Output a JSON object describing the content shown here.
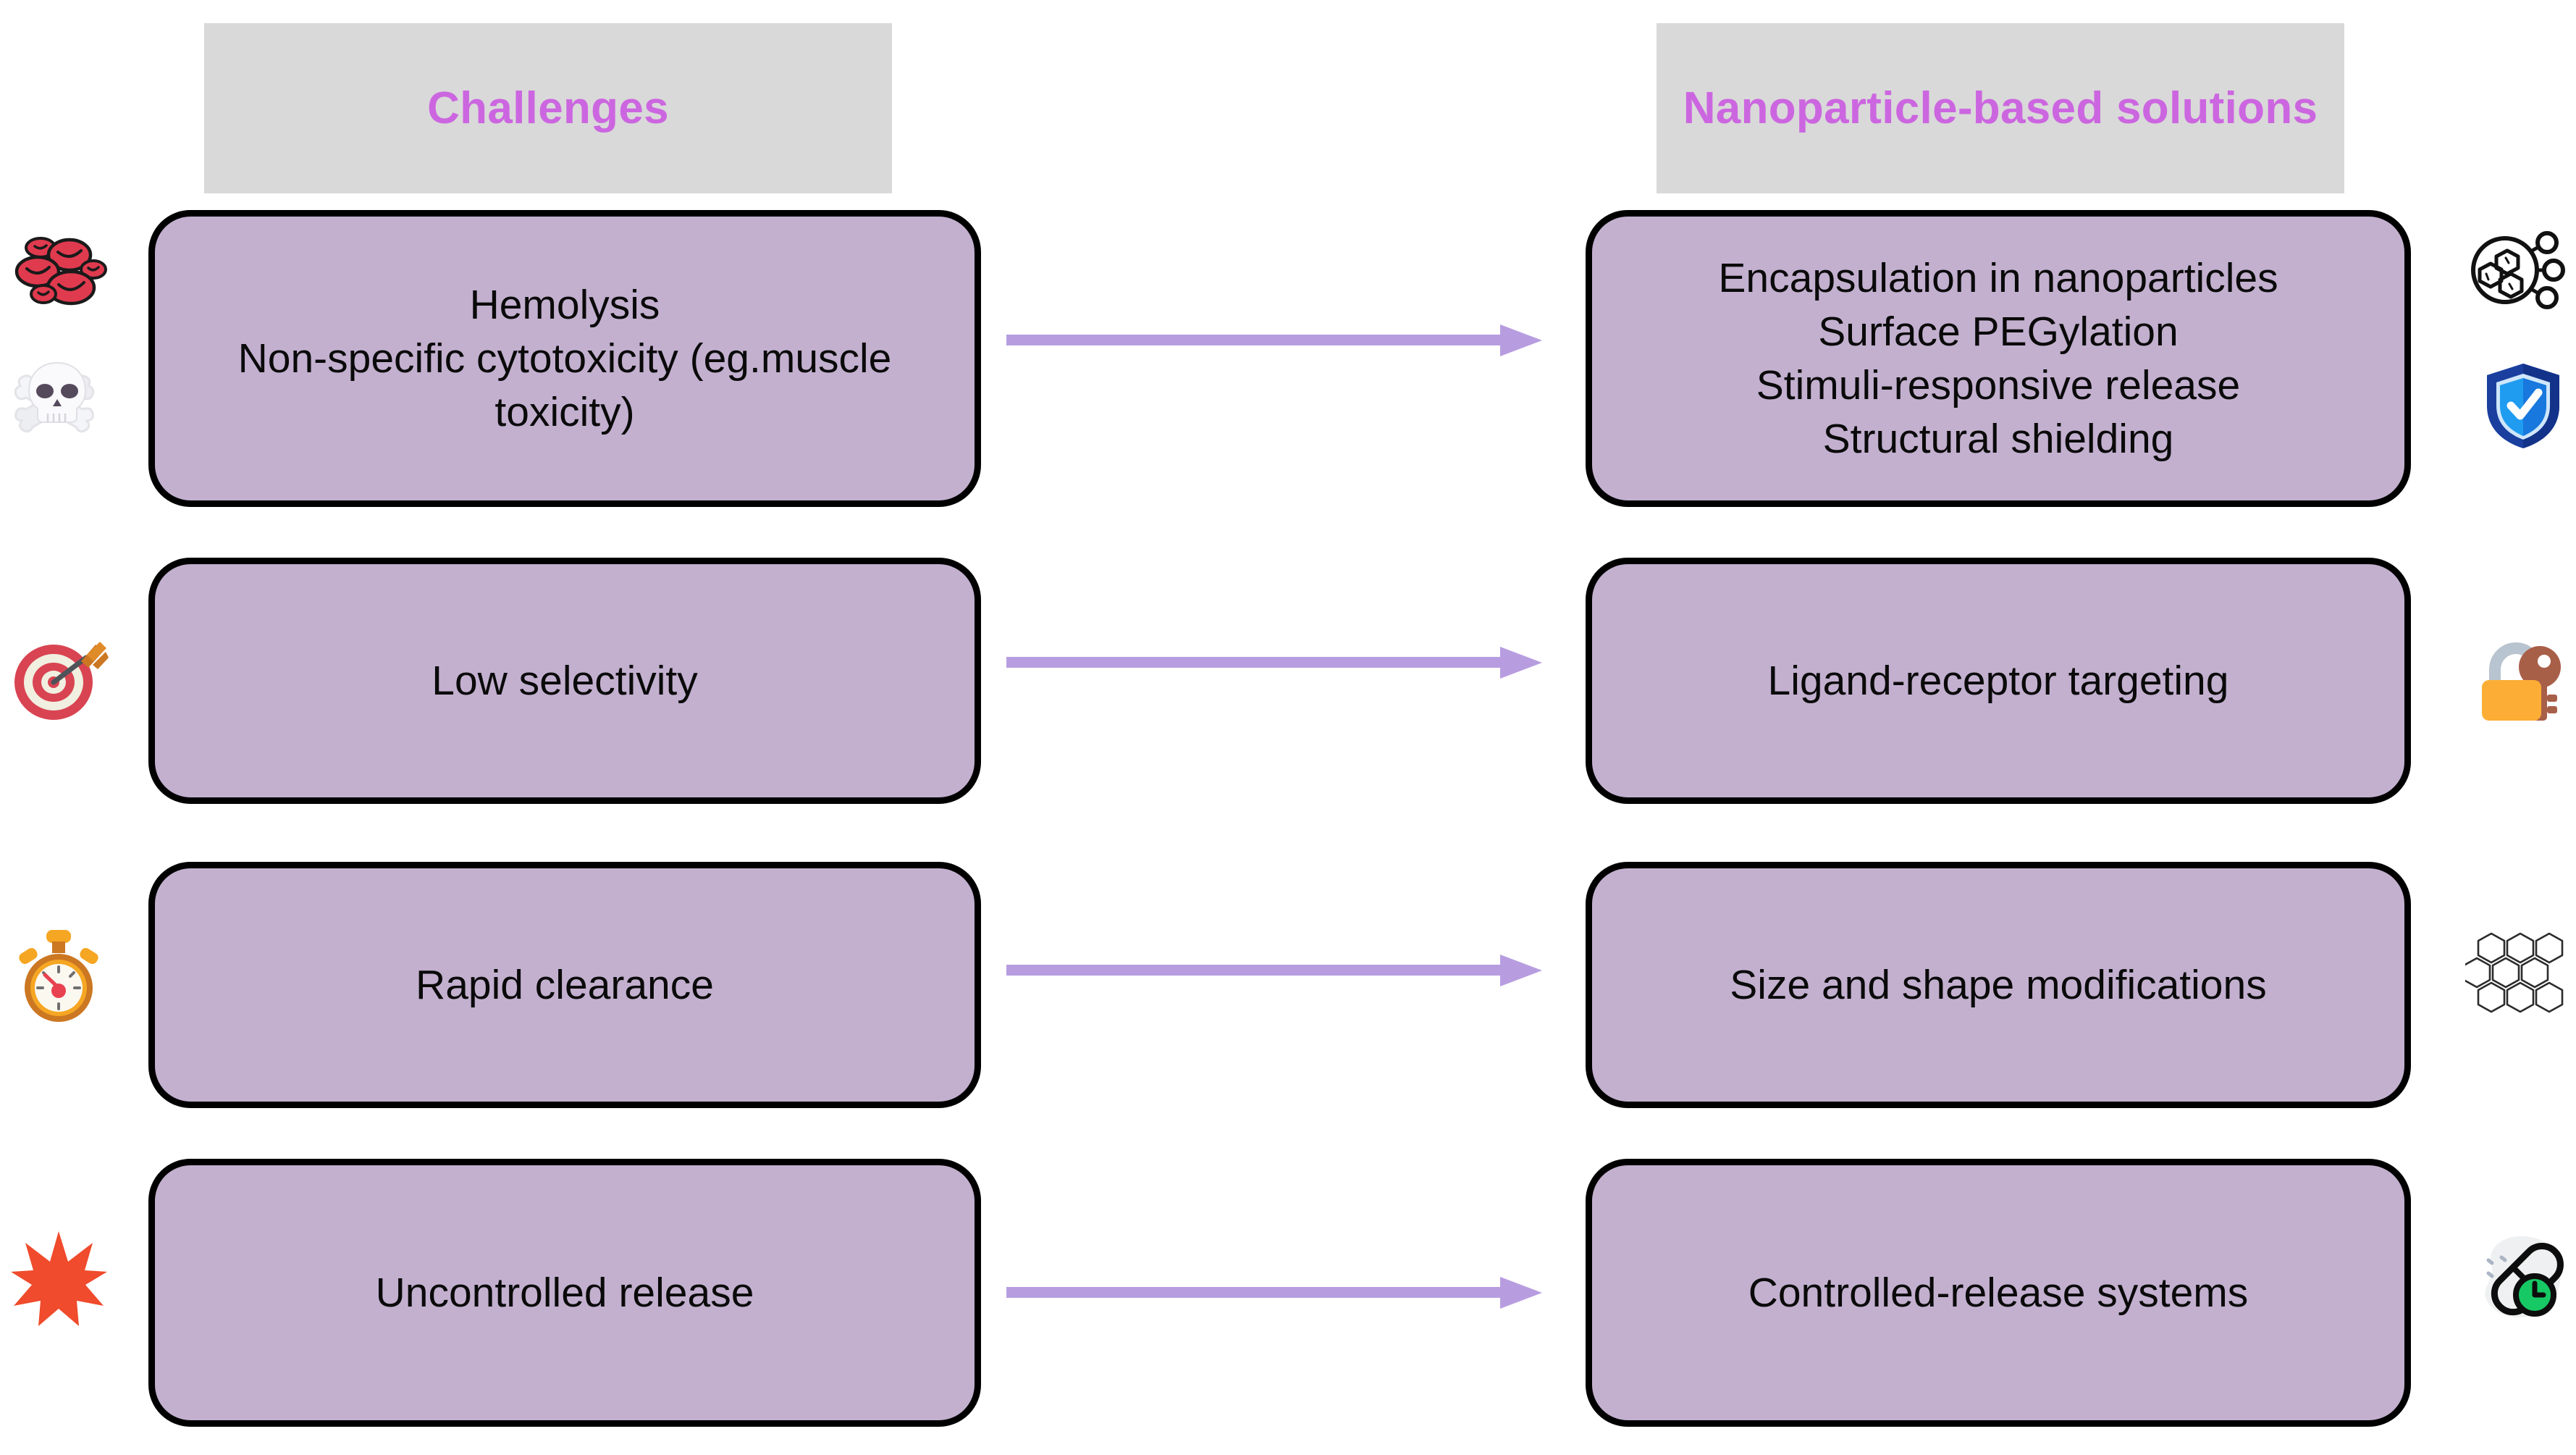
{
  "headers": {
    "left": "Challenges",
    "right": "Nanoparticle-based solutions",
    "accent_color": "#cc66e0",
    "banner_color": "#d9d9d9"
  },
  "style": {
    "box_fill": "#c3b0cf",
    "box_border": "#000000",
    "arrow_color": "#b79de0",
    "text_color": "#0a0a0a",
    "background": "#ffffff"
  },
  "rows": [
    {
      "challenge": "Hemolysis\nNon-specific cytotoxicity (eg.muscle toxicity)",
      "solution": "Encapsulation in nanoparticles\nSurface PEGylation\nStimuli-responsive release\nStructural shielding",
      "left_icons": [
        "red-blood-cells-icon",
        "skull-and-crossbones-icon"
      ],
      "right_icons": [
        "nanoparticle-molecule-icon",
        "shield-check-icon"
      ],
      "arrow": "arrow-right"
    },
    {
      "challenge": "Low selectivity",
      "solution": "Ligand-receptor targeting",
      "left_icons": [
        "target-dart-icon"
      ],
      "right_icons": [
        "lock-and-key-icon"
      ],
      "arrow": "arrow-right"
    },
    {
      "challenge": "Rapid clearance",
      "solution": "Size and shape modifications",
      "left_icons": [
        "stopwatch-icon"
      ],
      "right_icons": [
        "hexagonal-lattice-icon"
      ],
      "arrow": "arrow-right"
    },
    {
      "challenge": "Uncontrolled release",
      "solution": "Controlled-release systems",
      "left_icons": [
        "starburst-explosion-icon"
      ],
      "right_icons": [
        "capsule-clock-icon"
      ],
      "arrow": "arrow-right"
    }
  ]
}
